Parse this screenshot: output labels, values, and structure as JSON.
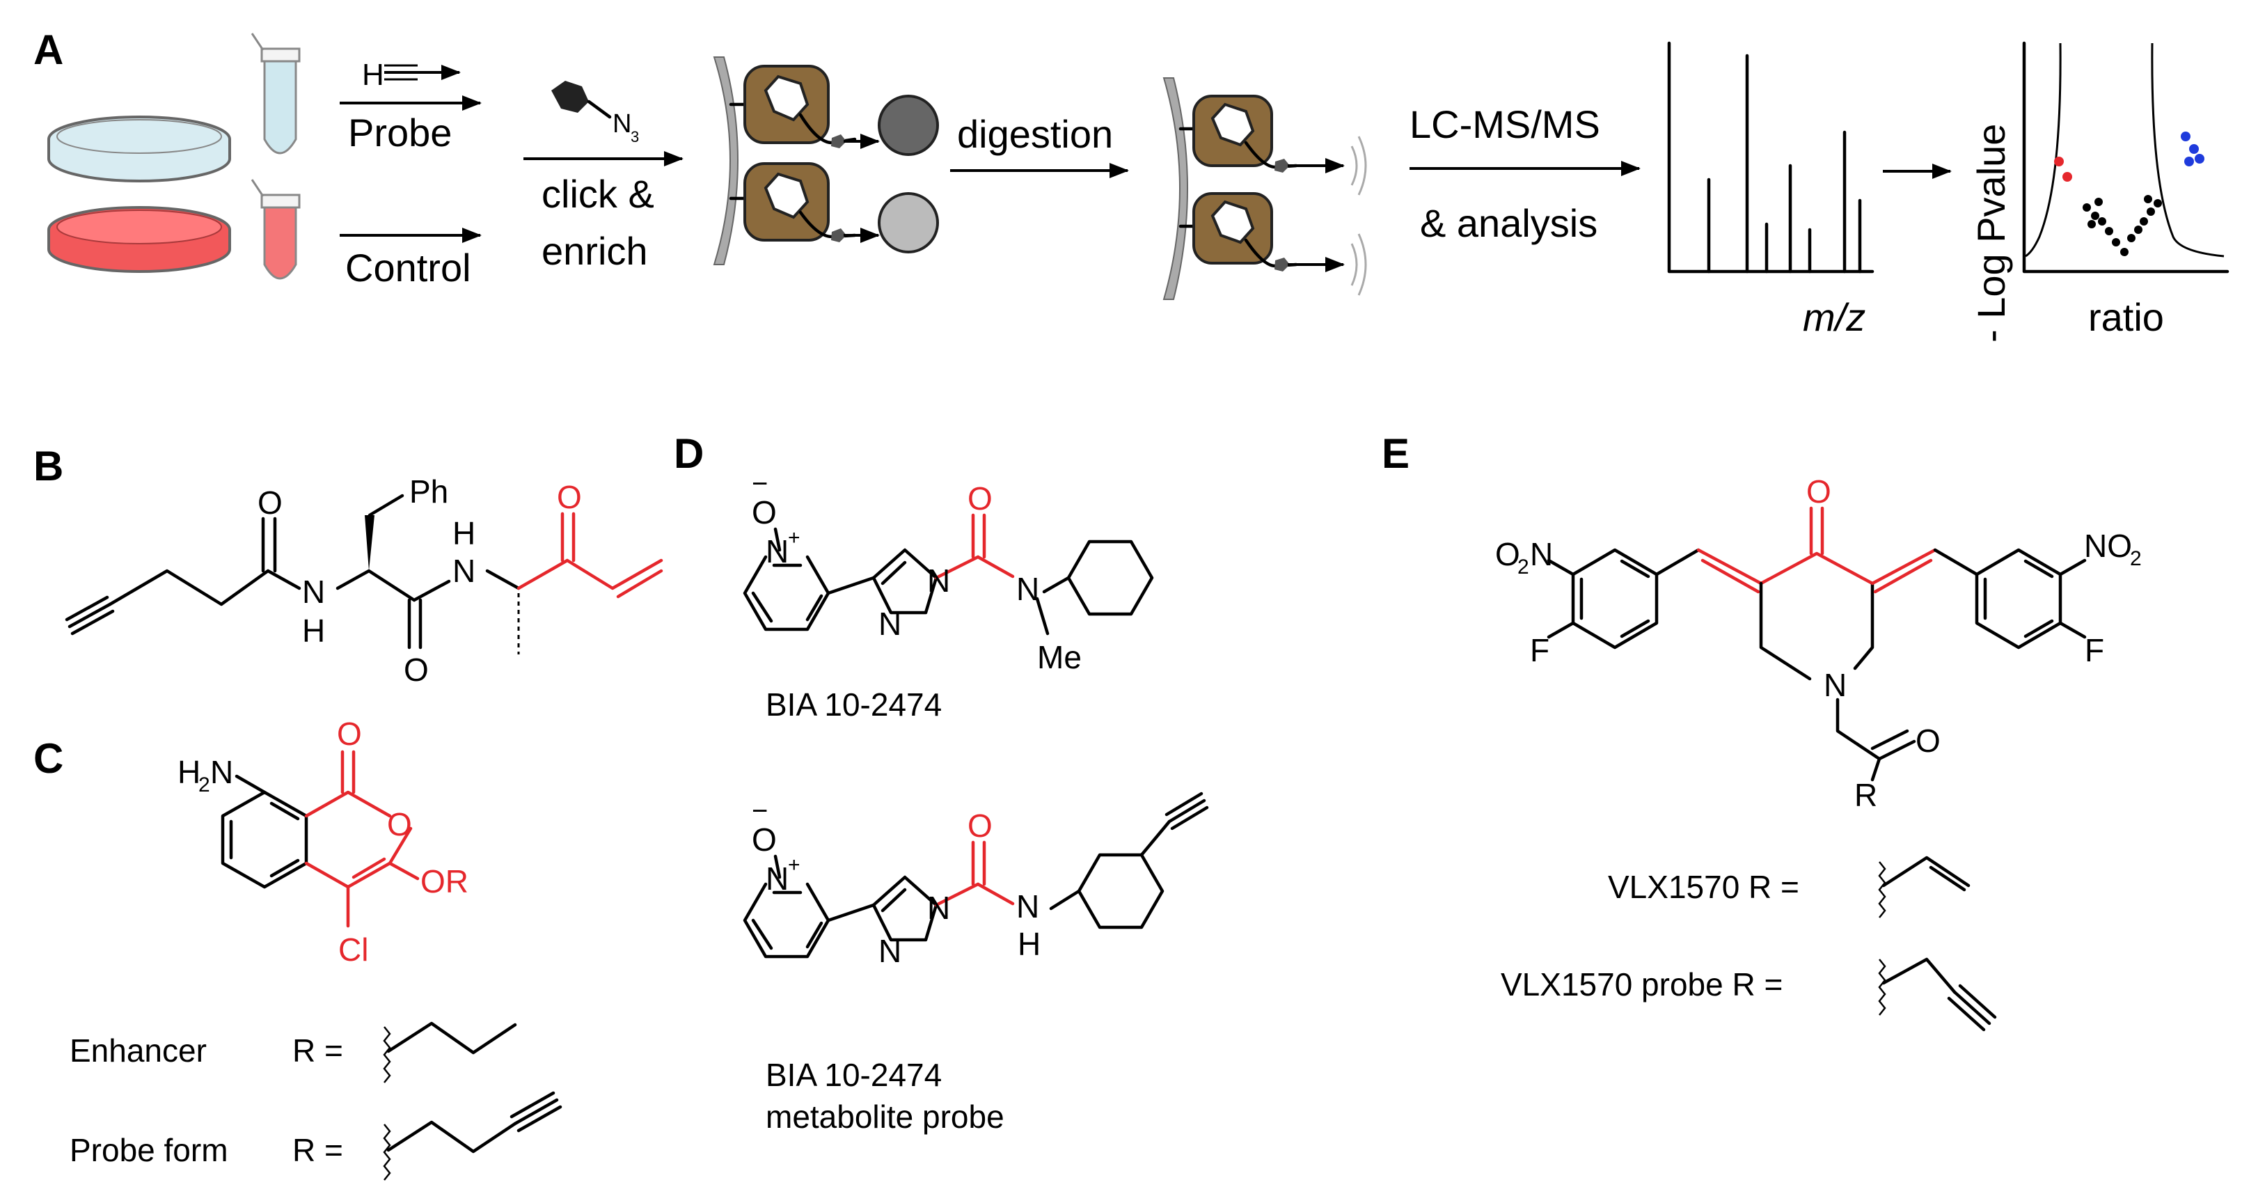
{
  "panels": {
    "a": "A",
    "b": "B",
    "c": "C",
    "d": "D",
    "e": "E"
  },
  "panel_a": {
    "probe_reagent": "H",
    "probe_label": "Probe",
    "control_label": "Control",
    "azide_label": "N",
    "azide_sub": "3",
    "click_line1": "click &",
    "click_line2": "enrich",
    "digestion_label": "digestion",
    "lcms_line1": "LC-MS/MS",
    "lcms_line2": "& analysis",
    "mz_label": "m/z",
    "volcano_ylabel": "- Log Pvalue",
    "volcano_xlabel": "ratio",
    "colors": {
      "probe_dish": "#d8ecf2",
      "control_dish": "#f2585a",
      "protein": "#8b6a3c",
      "red_dot": "#e5272c",
      "blue_dot": "#1f3bdc"
    }
  },
  "panel_b": {
    "ph": "Ph",
    "o1": "O",
    "o2": "O",
    "o3": "O",
    "nh1_n": "N",
    "nh1_h": "H",
    "nh2_n": "N",
    "nh2_h": "H"
  },
  "panel_c": {
    "h2n": "H",
    "h2n_sub": "2",
    "h2n_n": "N",
    "o_top": "O",
    "o_ring": "O",
    "or_label": "OR",
    "cl": "Cl",
    "enhancer_label": "Enhancer",
    "probe_form_label": "Probe form",
    "r_eq": "R ="
  },
  "panel_d": {
    "o_minus": "O",
    "minus": "−",
    "n_plus": "N",
    "plus": "+",
    "n_imid": "N",
    "n_imid2": "N",
    "o_carbonyl": "O",
    "n_amide": "N",
    "me": "Me",
    "nh_n": "N",
    "nh_h": "H",
    "name1": "BIA 10-2474",
    "name2_line1": "BIA 10-2474",
    "name2_line2": "metabolite probe"
  },
  "panel_e": {
    "o2n_o": "O",
    "o2n_sub": "2",
    "o2n_n": "N",
    "no2_n": "NO",
    "no2_sub": "2",
    "f1": "F",
    "f2": "F",
    "o_ketone": "O",
    "n_ring": "N",
    "o_amide": "O",
    "r": "R",
    "vlx_label": "VLX1570  R =",
    "vlx_probe_label": "VLX1570 probe  R ="
  }
}
